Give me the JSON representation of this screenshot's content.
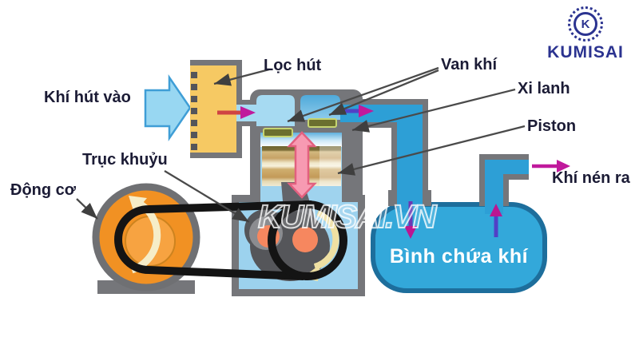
{
  "brand": {
    "name": "KUMISAI",
    "monogram": "K",
    "website_watermark": "KUMISAI.VN",
    "color": "#2b3390"
  },
  "labels": {
    "air_intake": "Khí hút vào",
    "suction_filter": "Lọc hút",
    "air_valve": "Van khí",
    "cylinder": "Xi lanh",
    "piston": "Piston",
    "compressed_air_out": "Khí nén ra",
    "crankshaft": "Trục khuỷu",
    "motor": "Động cơ",
    "air_tank": "Bình chứa khí"
  },
  "colors": {
    "filter_yellow": "#f6c963",
    "pipe_blue": "#2d9fd6",
    "chamber_light_blue": "#a6daf2",
    "case_gray": "#75767a",
    "motor_orange": "#f19123",
    "crank_orange": "#f6875f",
    "tank_blue": "#33a8da",
    "tank_border": "#1d6e9c",
    "flow_magenta": "#c0199c",
    "flow_purple": "#5140c6",
    "flow_red": "#cf4343",
    "piston_arrow_pink": "#f79ab2",
    "belt_black": "#141414",
    "label_navy": "#1b1b35"
  }
}
